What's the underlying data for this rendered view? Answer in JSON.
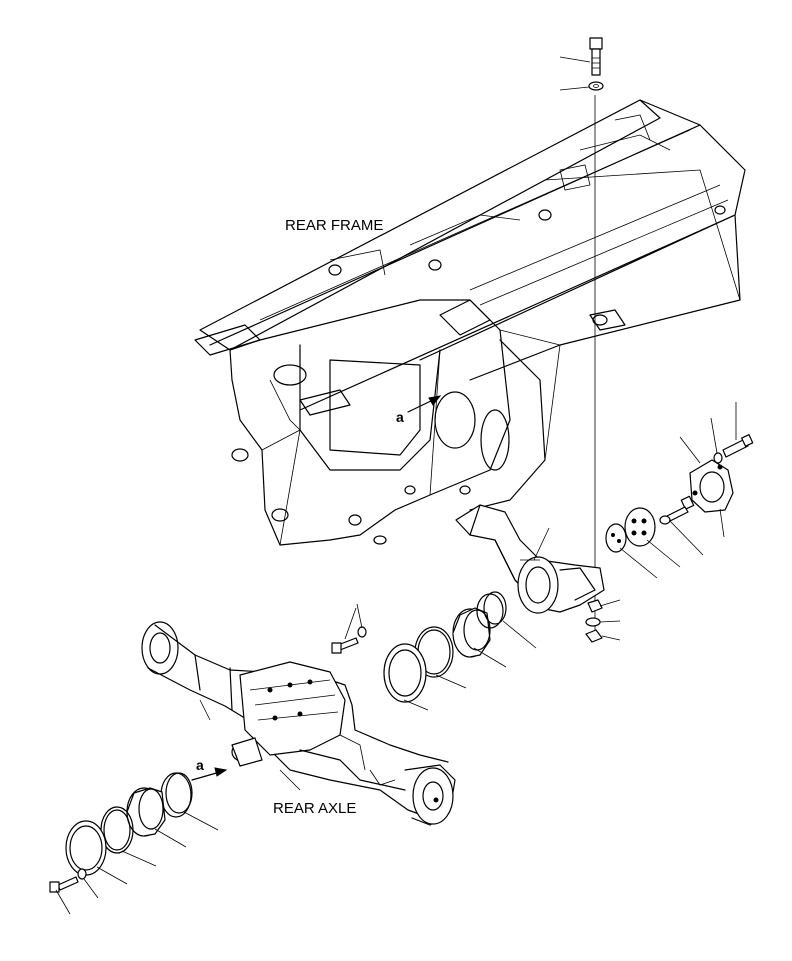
{
  "labels": {
    "rear_frame": "REAR FRAME",
    "rear_axle": "REAR AXLE",
    "view_arrow_upper": "a",
    "view_arrow_lower": "a"
  },
  "colors": {
    "line": "#000000",
    "background": "#ffffff"
  }
}
